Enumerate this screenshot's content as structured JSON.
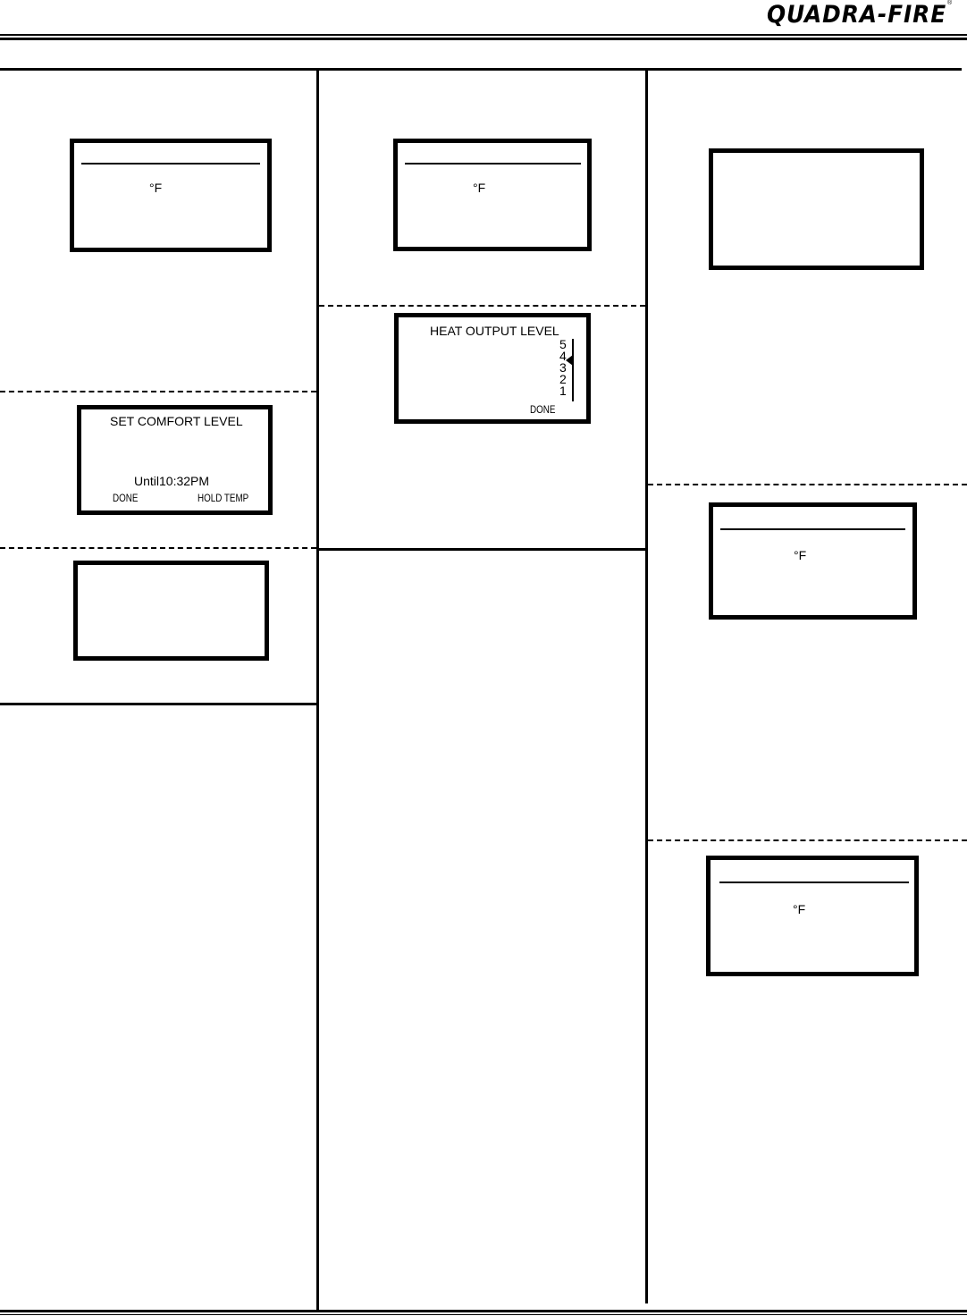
{
  "brand": {
    "logo_text": "QUADRA-FIRE",
    "registered_mark": "®"
  },
  "col1": {
    "display1": {
      "unit": "°F"
    },
    "display2": {
      "title": "SET COMFORT LEVEL",
      "until": "Until10:32PM",
      "left_softkey": "DONE",
      "right_softkey": "HOLD TEMP"
    },
    "display3": {}
  },
  "col2": {
    "display1": {
      "unit": "°F"
    },
    "display2": {
      "title": "HEAT OUTPUT LEVEL",
      "levels": [
        "5",
        "4",
        "3",
        "2",
        "1"
      ],
      "selected_level": "4",
      "done_softkey": "DONE"
    }
  },
  "col3": {
    "display1": {},
    "display2": {
      "unit": "°F"
    },
    "display3": {
      "unit": "°F"
    }
  }
}
